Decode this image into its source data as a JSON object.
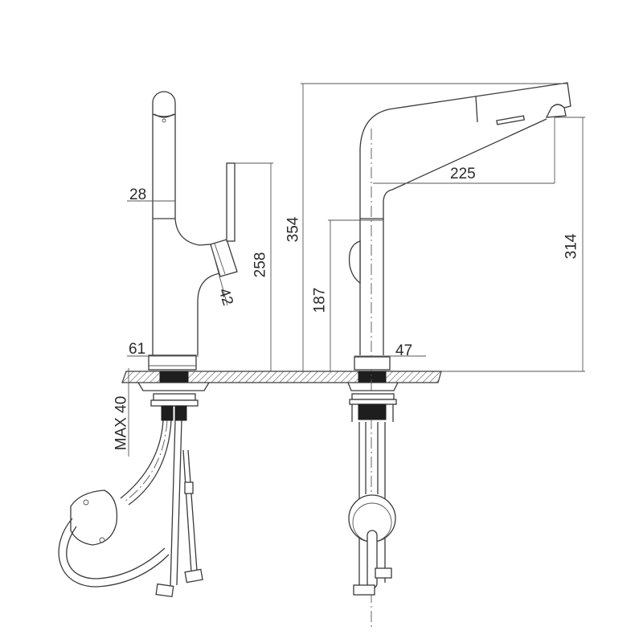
{
  "drawing": {
    "subject": "Pull-out kitchen faucet dimension drawing",
    "units": "mm",
    "colors": {
      "line": "#3a3a3a",
      "hatch": "#555555",
      "seal": "#1e1e1e",
      "background": "#ffffff"
    }
  },
  "side_view": {
    "dimensions": {
      "spout_width": "28",
      "lever_height": "258",
      "handle_size": "42",
      "base_diameter": "61",
      "max_deck_thickness": "MAX 40"
    }
  },
  "front_view": {
    "dimensions": {
      "total_height": "354",
      "handle_height": "187",
      "spout_reach": "225",
      "outlet_height": "314",
      "base_diameter": "47"
    }
  }
}
